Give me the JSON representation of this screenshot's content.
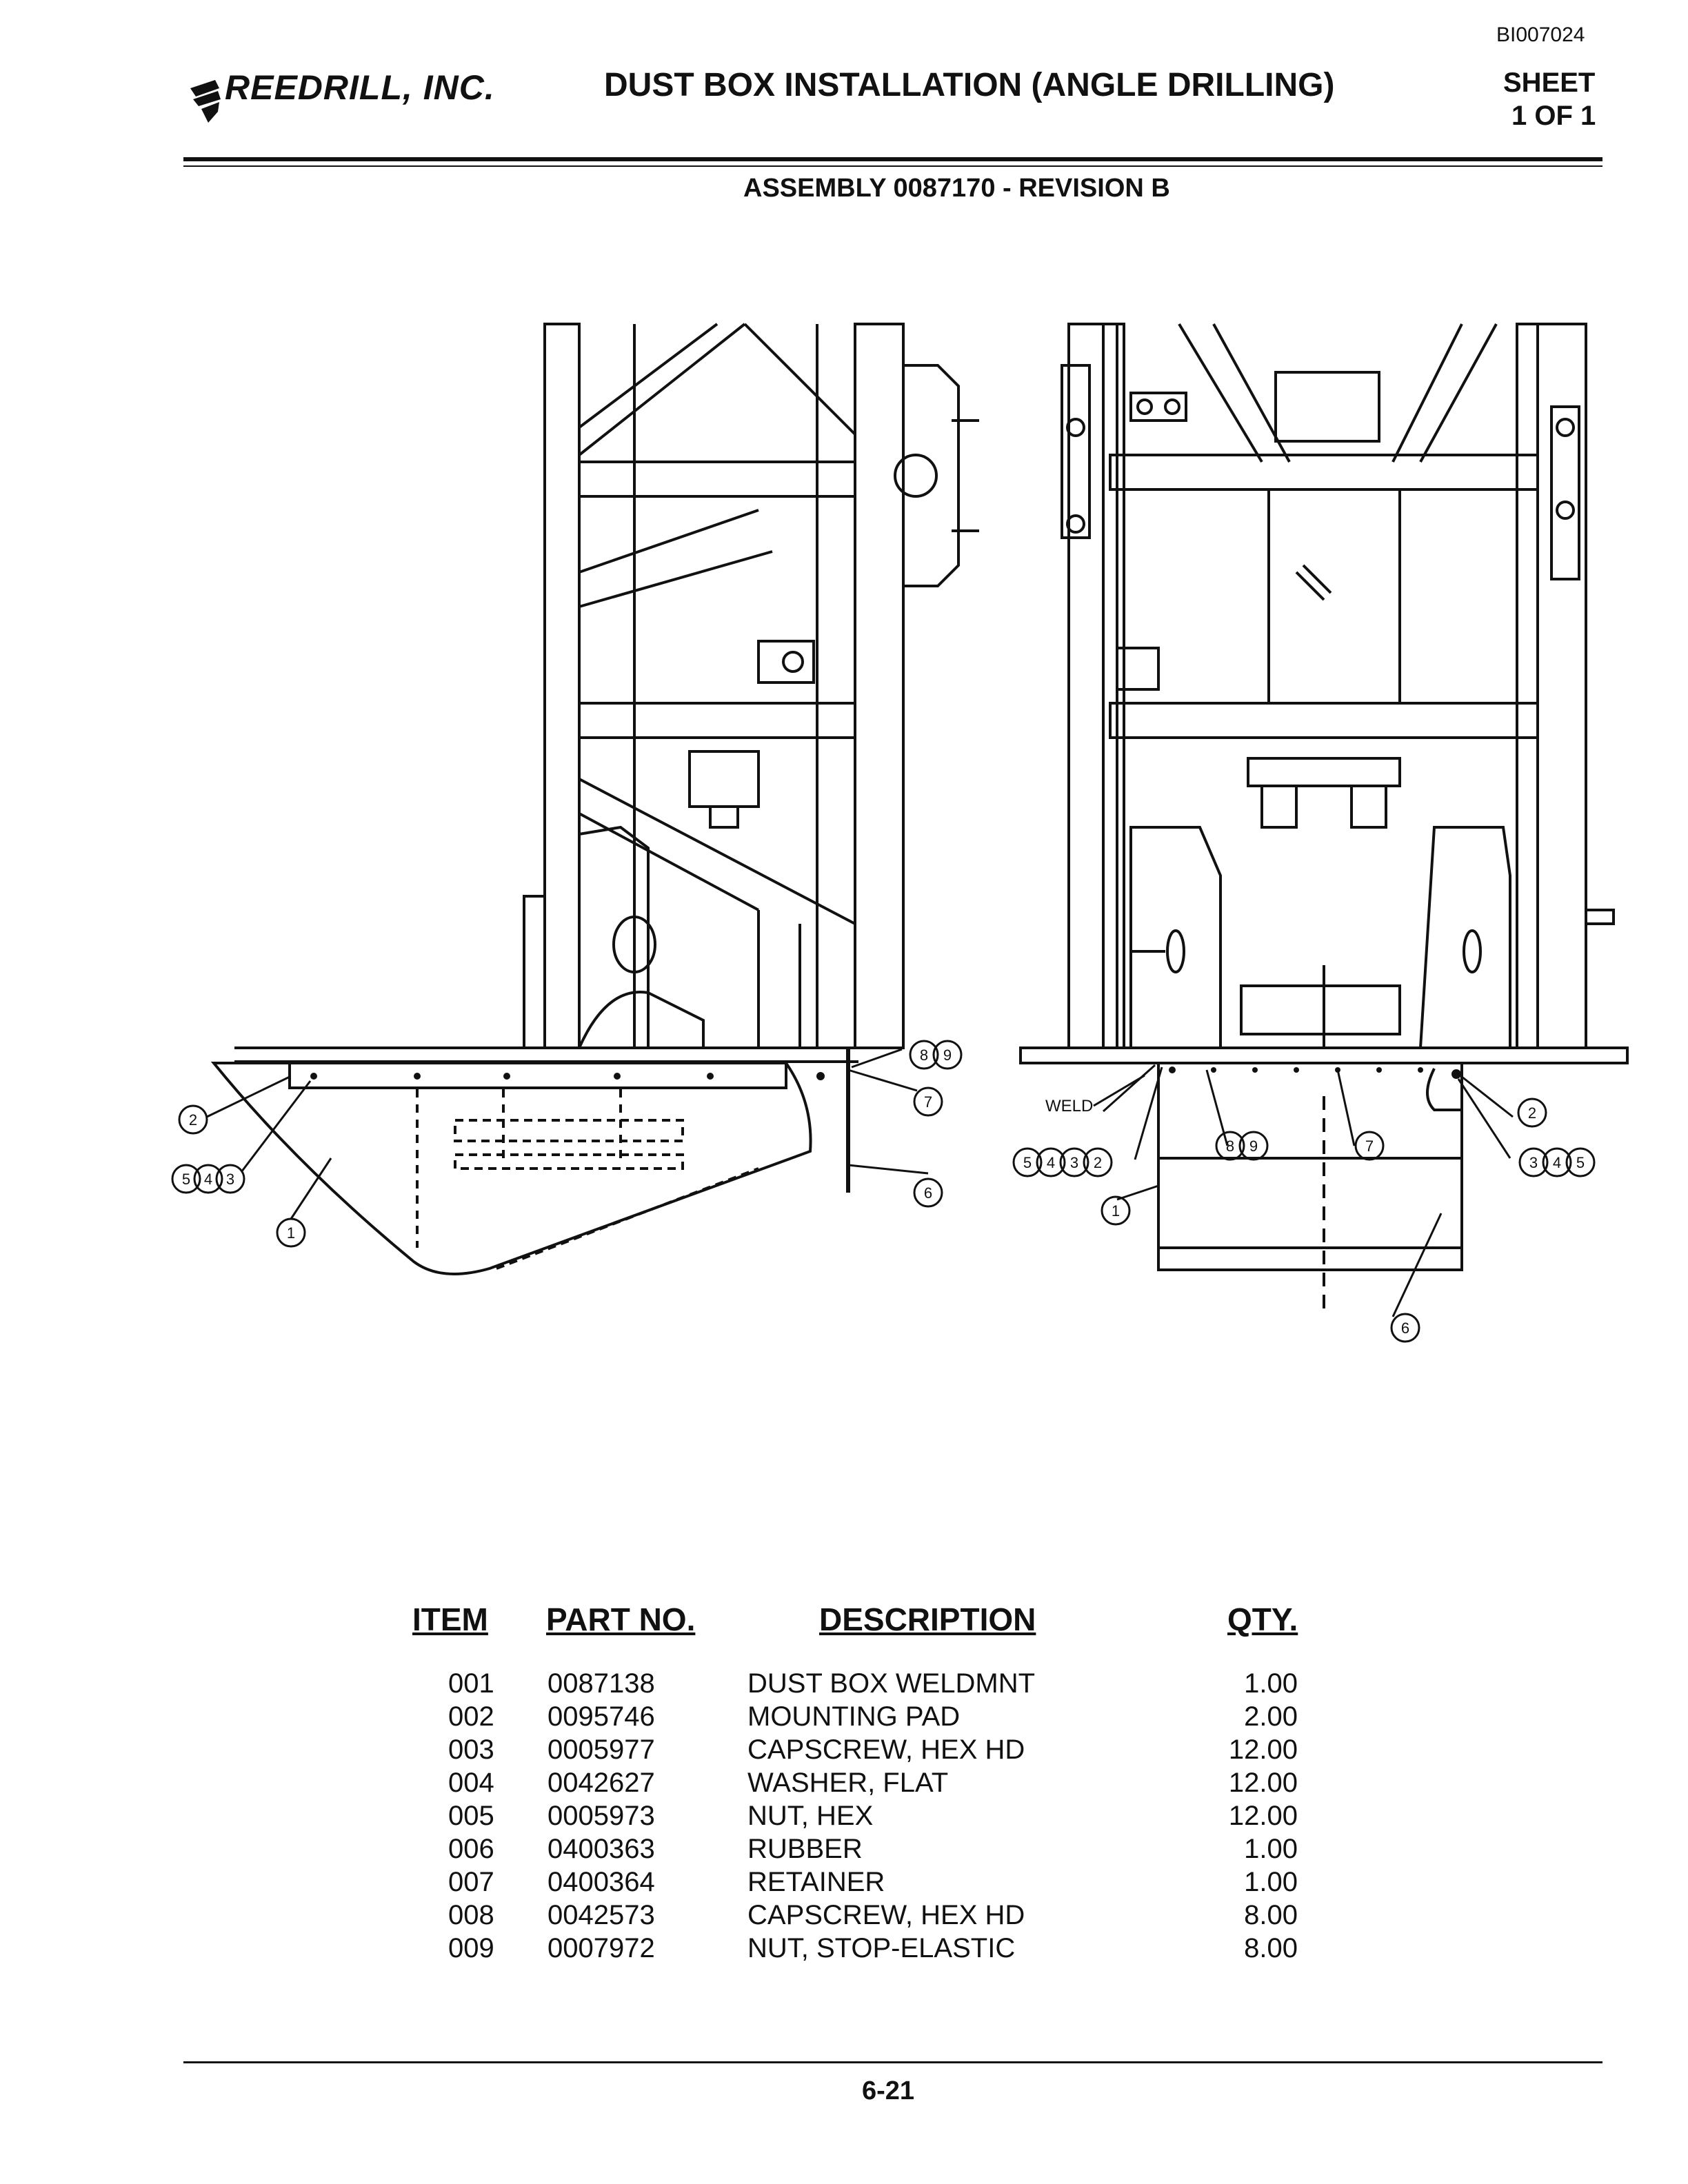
{
  "header": {
    "doc_id": "BI007024",
    "company": "REEDRILL, INC.",
    "title": "DUST BOX INSTALLATION (ANGLE DRILLING)",
    "sheet_label": "SHEET",
    "sheet_value": "1 OF 1",
    "assembly": "ASSEMBLY 0087170 - REVISION B"
  },
  "drawing": {
    "weld_label": "WELD",
    "balloons": [
      "1",
      "2",
      "3",
      "4",
      "5",
      "6",
      "7",
      "8",
      "9"
    ]
  },
  "parts_table": {
    "headers": {
      "item": "ITEM",
      "part_no": "PART NO.",
      "description": "DESCRIPTION",
      "qty": "QTY."
    },
    "rows": [
      {
        "item": "001",
        "part_no": "0087138",
        "description": "DUST BOX WELDMNT",
        "qty": "1.00"
      },
      {
        "item": "002",
        "part_no": "0095746",
        "description": "MOUNTING PAD",
        "qty": "2.00"
      },
      {
        "item": "003",
        "part_no": "0005977",
        "description": "CAPSCREW, HEX HD",
        "qty": "12.00"
      },
      {
        "item": "004",
        "part_no": "0042627",
        "description": "WASHER, FLAT",
        "qty": "12.00"
      },
      {
        "item": "005",
        "part_no": "0005973",
        "description": "NUT, HEX",
        "qty": "12.00"
      },
      {
        "item": "006",
        "part_no": "0400363",
        "description": "RUBBER",
        "qty": "1.00"
      },
      {
        "item": "007",
        "part_no": "0400364",
        "description": "RETAINER",
        "qty": "1.00"
      },
      {
        "item": "008",
        "part_no": "0042573",
        "description": "CAPSCREW, HEX HD",
        "qty": "8.00"
      },
      {
        "item": "009",
        "part_no": "0007972",
        "description": "NUT, STOP-ELASTIC",
        "qty": "8.00"
      }
    ]
  },
  "footer": {
    "page_number": "6-21"
  }
}
